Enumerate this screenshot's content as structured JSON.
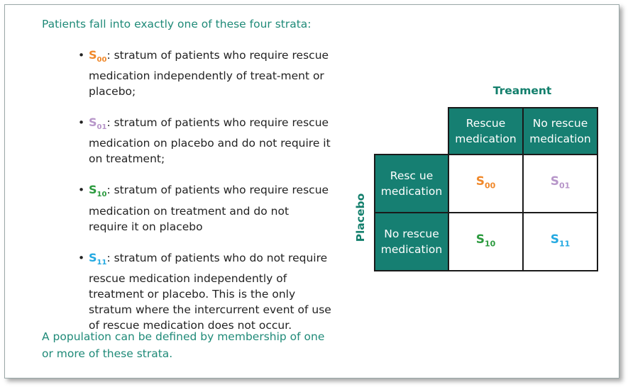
{
  "intro": "Patients fall into exactly one of these four strata:",
  "strata": [
    {
      "symbol": "S",
      "sub": "00",
      "color": "#f0882a",
      "text": ": stratum of patients who require rescue medication independently of treat-ment or placebo;"
    },
    {
      "symbol": "S",
      "sub": "01",
      "color": "#b796c9",
      "text": ": stratum of patients who require rescue medication on placebo and do not require it on treatment;"
    },
    {
      "symbol": "S",
      "sub": "10",
      "color": "#2b9a3e",
      "text": ": stratum of patients who require rescue medication on treatment and do not require it on placebo"
    },
    {
      "symbol": "S",
      "sub": "11",
      "color": "#24a9e1",
      "text": ": stratum of patients who do not require rescue medication independently of treatment or placebo. This is the only stratum where the intercurrent event of use of rescue medication does not occur."
    }
  ],
  "outro": "A population can be defined by membership of one or more of these strata.",
  "bullet_char": "•",
  "matrix": {
    "column_title": "Treament",
    "row_title": "Placebo",
    "col_headers": [
      "Rescue medication",
      "No rescue medication"
    ],
    "row_headers": [
      "Resc ue medication",
      "No rescue medication"
    ],
    "cells": [
      [
        {
          "symbol": "S",
          "sub": "00"
        },
        {
          "symbol": "S",
          "sub": "01"
        }
      ],
      [
        {
          "symbol": "S",
          "sub": "10"
        },
        {
          "symbol": "S",
          "sub": "11"
        }
      ]
    ],
    "header_color": "#167f72"
  }
}
